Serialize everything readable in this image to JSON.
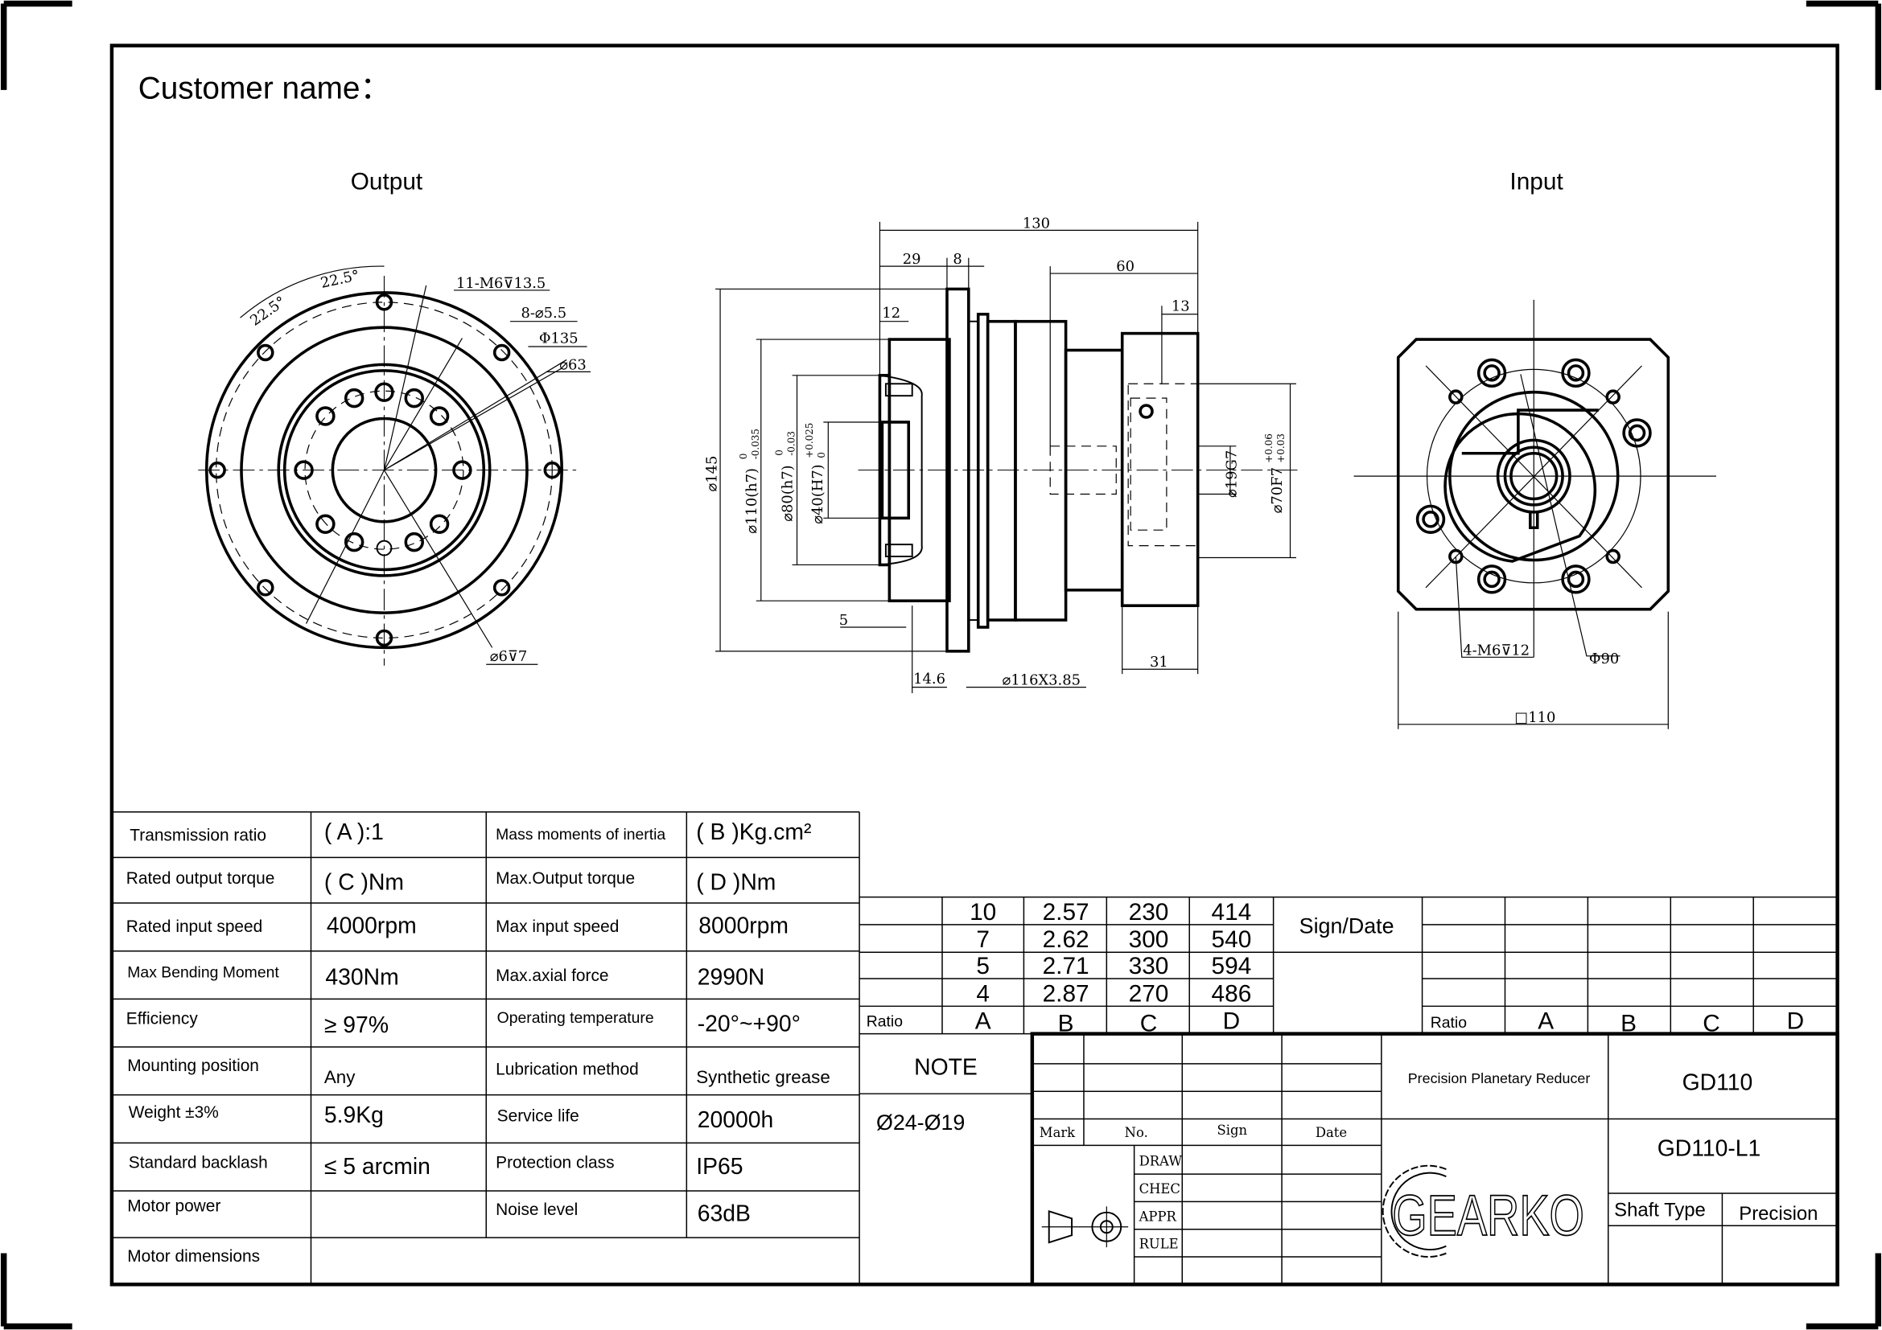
{
  "header": {
    "customer_label": "Customer name："
  },
  "views": {
    "output_label": "Output",
    "input_label": "Input",
    "output_dims": {
      "angle1": "22.5°",
      "angle2": "22.5°",
      "m6": "11-M6⊽13.5",
      "holes": "8-⌀5.5",
      "d135": "Φ135",
      "d63": "⌀63",
      "d6": "⌀6⊽7"
    },
    "side_dims": {
      "l130": "130",
      "l29": "29",
      "l8": "8",
      "l60": "60",
      "l13": "13",
      "l12": "12",
      "d145": "⌀145",
      "d110": "⌀110(h7)",
      "d110_tol_up": "0",
      "d110_tol_lo": "-0.035",
      "d80": "⌀80(h7)",
      "d80_tol_up": "0",
      "d80_tol_lo": "-0.03",
      "d40": "⌀40(H7)",
      "d40_tol_up": "+0.025",
      "d40_tol_lo": "0",
      "l5": "5",
      "l146": "14.6",
      "oring": "⌀116X3.85",
      "l31": "31",
      "d19": "⌀19G7",
      "d70": "⌀70F7",
      "d70_tol_up": "+0.06",
      "d70_tol_lo": "+0.03"
    },
    "input_dims": {
      "m6": "4-M6⊽12",
      "d90": "Φ90",
      "sq110": "□110"
    }
  },
  "specs": [
    {
      "label": "Transmission ratio",
      "value": "( A ):1",
      "label2": "Mass moments of inertia",
      "value2": "( B )Kg.cm²"
    },
    {
      "label": "Rated output torque",
      "value": "( C )Nm",
      "label2": "Max.Output torque",
      "value2": "( D )Nm"
    },
    {
      "label": "Rated input speed",
      "value": "4000rpm",
      "label2": "Max input speed",
      "value2": "8000rpm"
    },
    {
      "label": "Max Bending Moment",
      "value": "430Nm",
      "label2": "Max.axial  force",
      "value2": "2990N"
    },
    {
      "label": "Efficiency",
      "value": "≥ 97%",
      "label2": "Operating temperature",
      "value2": "-20°~+90°"
    },
    {
      "label": "Mounting position",
      "value": "Any",
      "label2": "Lubrication method",
      "value2": "Synthetic grease"
    },
    {
      "label": "Weight ±3%",
      "value": "5.9Kg",
      "label2": "Service life",
      "value2": "20000h"
    },
    {
      "label": "Standard backlash",
      "value": "≤ 5 arcmin",
      "label2": "Protection class",
      "value2": "IP65"
    },
    {
      "label": "Motor power",
      "value": "",
      "label2": "Noise level",
      "value2": "63dB"
    },
    {
      "label": "Motor dimensions",
      "value": ""
    }
  ],
  "ratio_table": {
    "headers": [
      "Ratio",
      "A",
      "B",
      "C",
      "D"
    ],
    "rows": [
      [
        "10",
        "2.57",
        "230",
        "414"
      ],
      [
        "7",
        "2.62",
        "300",
        "540"
      ],
      [
        "5",
        "2.71",
        "330",
        "594"
      ],
      [
        "4",
        "2.87",
        "270",
        "486"
      ]
    ],
    "sign_date": "Sign/Date"
  },
  "note": {
    "title": "NOTE",
    "text": "Ø24-Ø19"
  },
  "title_block": {
    "rev_headers": [
      "Mark",
      "No.",
      "Sign",
      "Date"
    ],
    "roles": [
      "DRAW",
      "CHEC",
      "APPR",
      "RULE"
    ],
    "product": "Precision Planetary Reducer",
    "model": "GD110",
    "drawing_no": "GD110-L1",
    "shaft_type_label": "Shaft Type",
    "shaft_type_value": "Precision",
    "logo_text": "GEARKO"
  }
}
